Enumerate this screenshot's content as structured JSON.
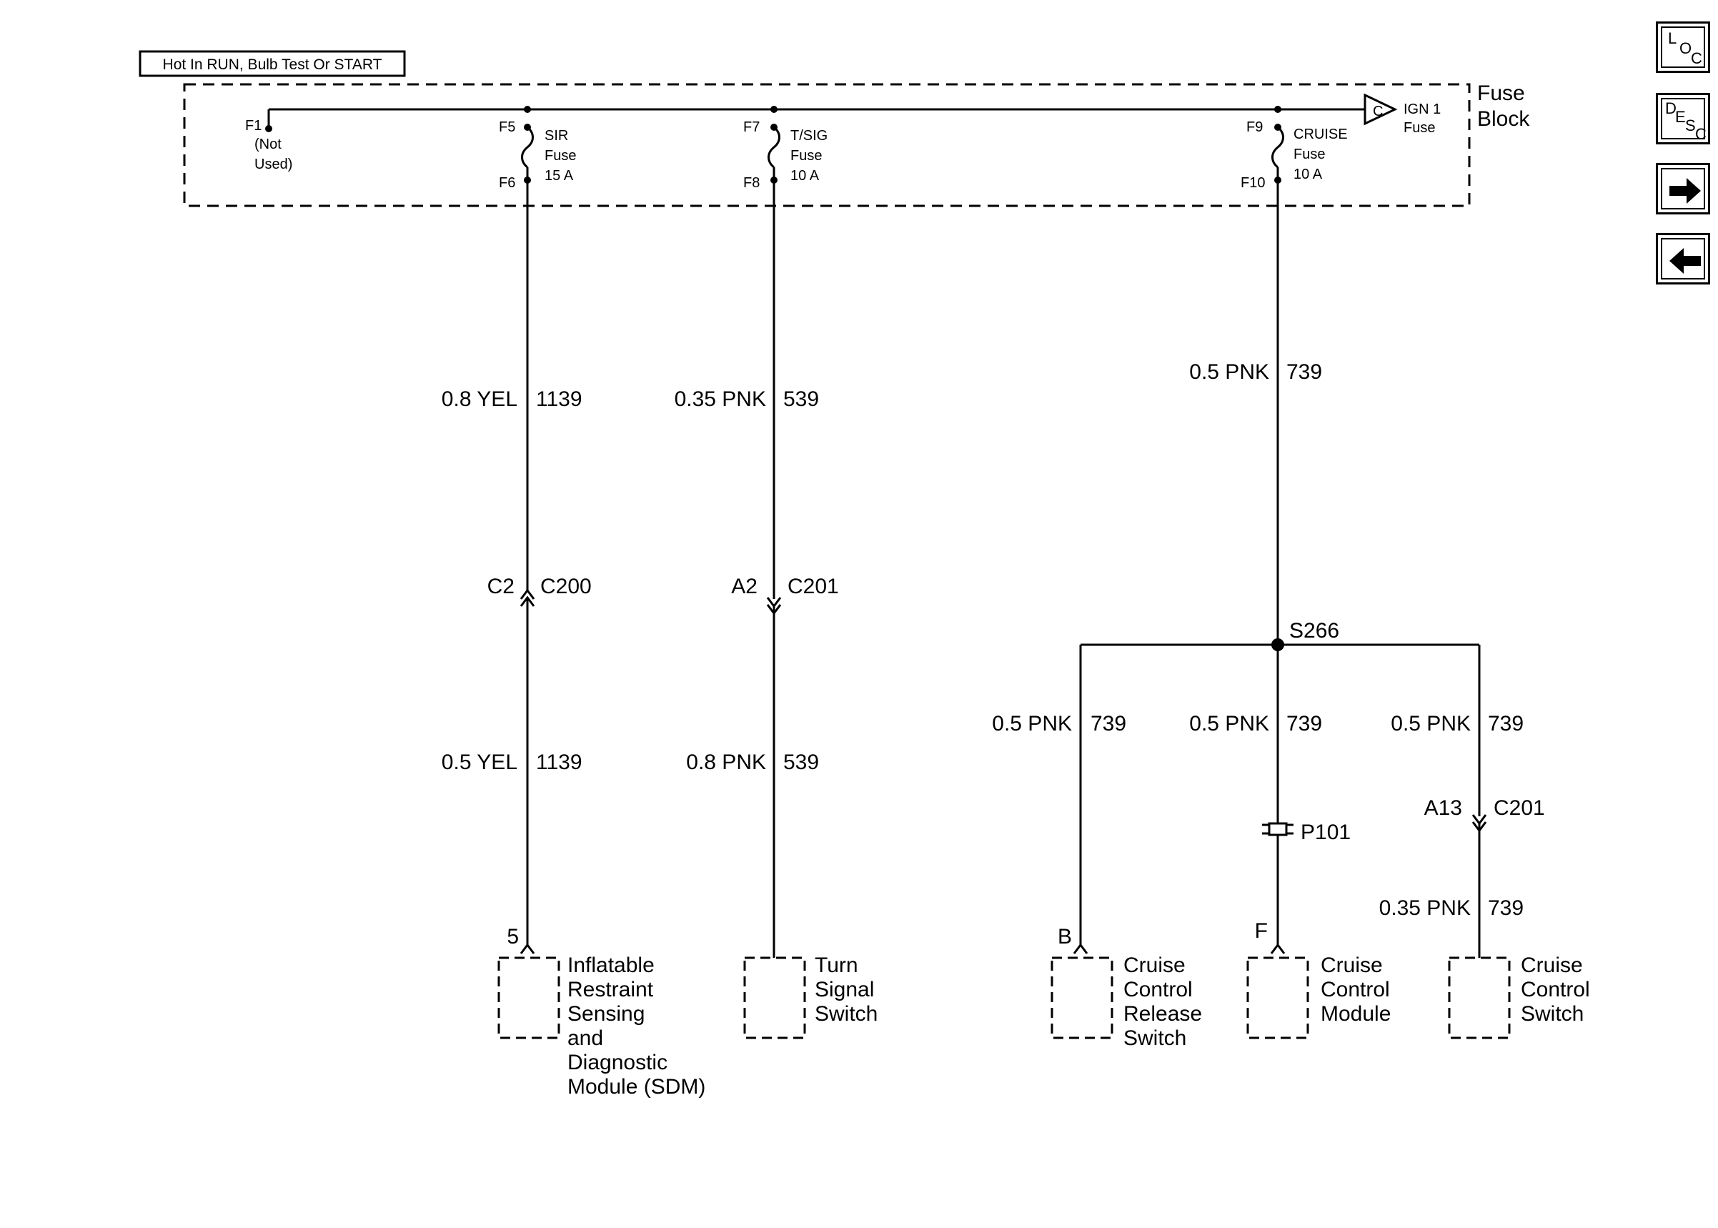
{
  "header": {
    "hot_label": "Hot In RUN, Bulb Test Or START"
  },
  "fuse_block": {
    "label_line1": "Fuse",
    "label_line2": "Block",
    "ign_line1": "IGN 1",
    "ign_line2": "Fuse",
    "ign_connector": "C",
    "f1": "F1",
    "f1_note_line1": "(Not",
    "f1_note_line2": "Used)",
    "sir": {
      "top": "F5",
      "bottom": "F6",
      "name": "SIR",
      "word": "Fuse",
      "rating": "15 A"
    },
    "tsig": {
      "top": "F7",
      "bottom": "F8",
      "name": "T/SIG",
      "word": "Fuse",
      "rating": "10 A"
    },
    "cruise": {
      "top": "F9",
      "bottom": "F10",
      "name": "CRUISE",
      "word": "Fuse",
      "rating": "10 A"
    }
  },
  "wires": {
    "sir_upper": {
      "size": "0.8 YEL",
      "circuit": "1139"
    },
    "sir_lower": {
      "size": "0.5 YEL",
      "circuit": "1139"
    },
    "tsig_upper": {
      "size": "0.35 PNK",
      "circuit": "539"
    },
    "tsig_lower": {
      "size": "0.8 PNK",
      "circuit": "539"
    },
    "cruise_upper": {
      "size": "0.5 PNK",
      "circuit": "739"
    },
    "branch_left": {
      "size": "0.5 PNK",
      "circuit": "739"
    },
    "branch_mid": {
      "size": "0.5 PNK",
      "circuit": "739"
    },
    "branch_right": {
      "size": "0.5 PNK",
      "circuit": "739"
    },
    "branch_right_lower": {
      "size": "0.35 PNK",
      "circuit": "739"
    }
  },
  "connectors": {
    "c200": {
      "pin": "C2",
      "name": "C200"
    },
    "c201_tsig": {
      "pin": "A2",
      "name": "C201"
    },
    "c201_cruise": {
      "pin": "A13",
      "name": "C201"
    },
    "p101": "P101",
    "splice": "S266"
  },
  "components": {
    "sdm": {
      "pin": "5",
      "lines": [
        "Inflatable",
        "Restraint",
        "Sensing",
        "and",
        "Diagnostic",
        "Module (SDM)"
      ]
    },
    "turn_signal": {
      "lines": [
        "Turn",
        "Signal",
        "Switch"
      ]
    },
    "release_switch": {
      "pin": "B",
      "lines": [
        "Cruise",
        "Control",
        "Release",
        "Switch"
      ]
    },
    "module": {
      "pin": "F",
      "lines": [
        "Cruise",
        "Control",
        "Module"
      ]
    },
    "control_switch": {
      "lines": [
        "Cruise",
        "Control",
        "Switch"
      ]
    }
  },
  "nav": {
    "loc": [
      "L",
      "O",
      "C"
    ],
    "desc": [
      "D",
      "E",
      "S",
      "C"
    ],
    "next_icon": "arrow-right-icon",
    "prev_icon": "arrow-left-icon"
  }
}
